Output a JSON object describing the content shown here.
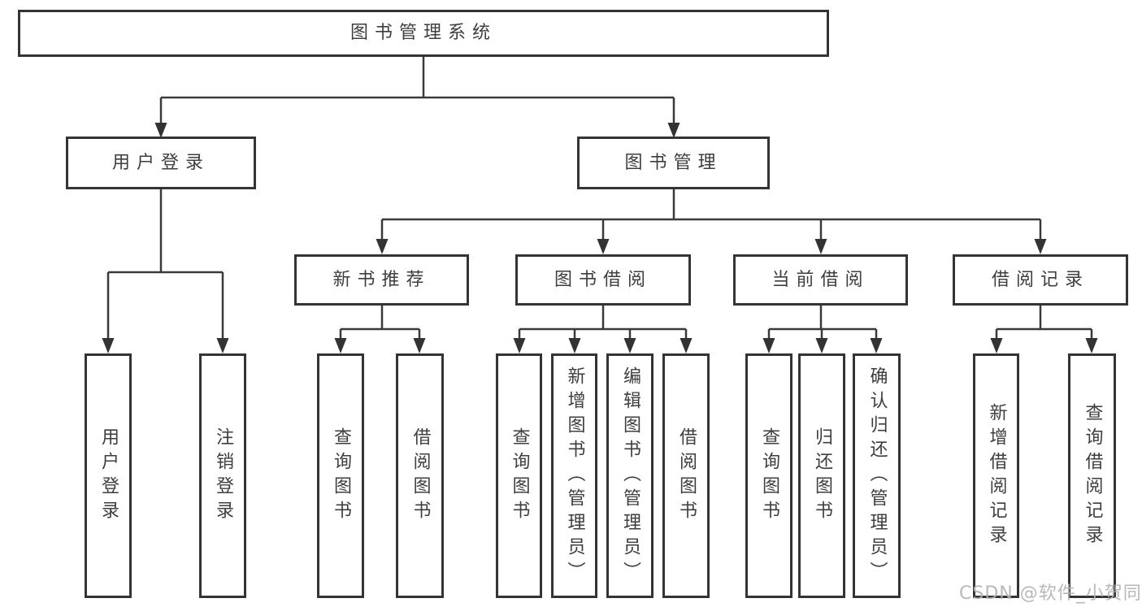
{
  "diagram": {
    "type": "hierarchy-tree",
    "root": {
      "label": "图书管理系统",
      "children": [
        {
          "label": "用户登录",
          "children": [
            {
              "label": "用户登录"
            },
            {
              "label": "注销登录"
            }
          ]
        },
        {
          "label": "图书管理",
          "children": [
            {
              "label": "新书推荐",
              "children": [
                {
                  "label": "查询图书"
                },
                {
                  "label": "借阅图书"
                }
              ]
            },
            {
              "label": "图书借阅",
              "children": [
                {
                  "label": "查询图书"
                },
                {
                  "label": "新增图书（管理员）"
                },
                {
                  "label": "编辑图书（管理员）"
                },
                {
                  "label": "借阅图书"
                }
              ]
            },
            {
              "label": "当前借阅",
              "children": [
                {
                  "label": "查询图书"
                },
                {
                  "label": "归还图书"
                },
                {
                  "label": "确认归还（管理员）"
                }
              ]
            },
            {
              "label": "借阅记录",
              "children": [
                {
                  "label": "新增借阅记录"
                },
                {
                  "label": "查询借阅记录"
                }
              ]
            }
          ]
        }
      ]
    }
  },
  "watermark": {
    "text": "CSDN @软件_小贺同学"
  },
  "colors": {
    "line": "#3a3a3a",
    "box_border": "#343434",
    "text": "#3e3e3e",
    "watermark": "#b2b2b2",
    "background": "#ffffff"
  }
}
